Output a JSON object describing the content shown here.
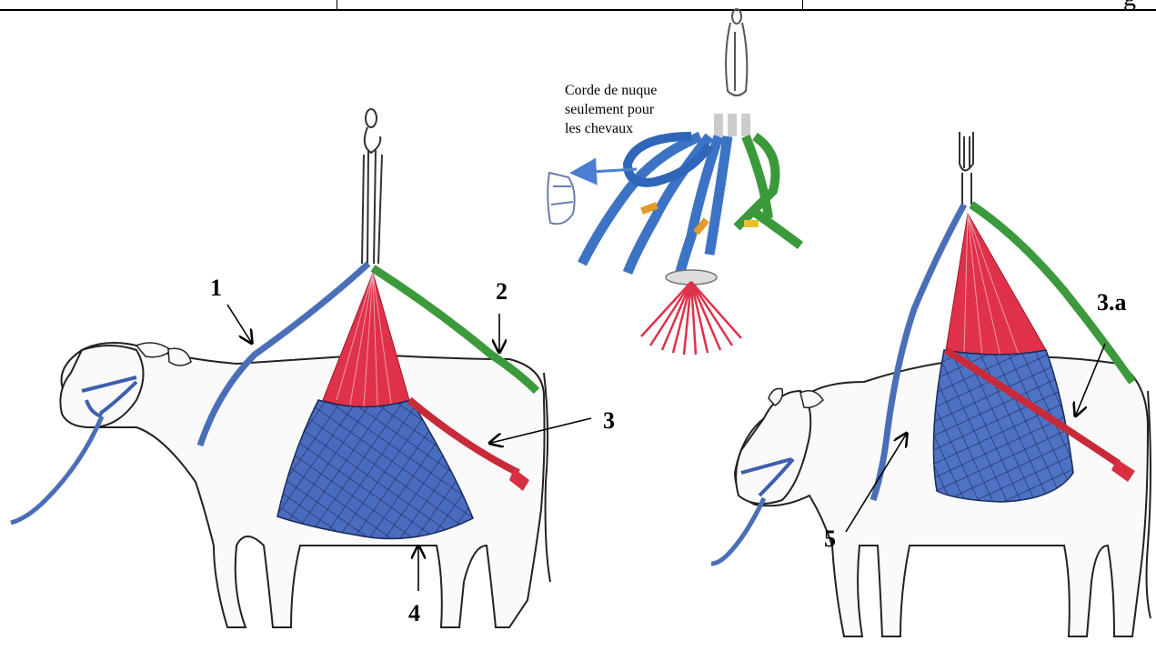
{
  "header": {
    "fragment": "g"
  },
  "caption": {
    "line1": "Corde de nuque",
    "line2": "seulement pour",
    "line3": "les chevaux"
  },
  "labels": {
    "l1": "1",
    "l2": "2",
    "l3": "3",
    "l4": "4",
    "l5": "5",
    "l3a": "3.a"
  },
  "colors": {
    "neck_rope": "#4a6fb8",
    "rear_strap": "#3c9a3c",
    "net_top": "#e0314a",
    "net_body": "#3d5fb0",
    "tail_strap": "#d83040",
    "outline": "#222222"
  }
}
